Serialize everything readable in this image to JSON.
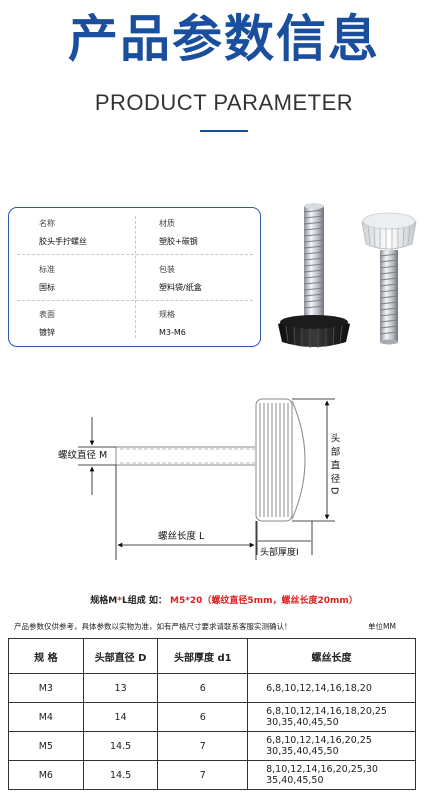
{
  "header": {
    "title_cn": "产品参数信息",
    "title_en": "PRODUCT PARAMETER"
  },
  "specs": [
    {
      "key": "名称",
      "value": "胶头手拧螺丝"
    },
    {
      "key": "材质",
      "value": "塑胶+碳钢"
    },
    {
      "key": "标准",
      "value": "国标"
    },
    {
      "key": "包装",
      "value": "塑料袋/纸盒"
    },
    {
      "key": "表面",
      "value": "镀锌"
    },
    {
      "key": "规格",
      "value": "M3-M6"
    }
  ],
  "diagram": {
    "thread_dia_label": "螺纹直径 M",
    "thread_len_label": "螺丝长度 L",
    "head_dia_label": "头部直径D",
    "head_thick_label": "头部厚度I"
  },
  "formula": {
    "prefix": "规格",
    "m": "M",
    "star": "*",
    "l": "L",
    "mid": "组成 如：",
    "example": "M5*20（螺纹直径5mm，螺丝长度20mm）"
  },
  "note": {
    "text": "产品参数仅供参考，具体参数以实物为准，如有严格尺寸要求请联系客服实测确认！",
    "unit": "单位MM"
  },
  "table": {
    "headers": [
      "规  格",
      "头部直径 D",
      "头部厚度 d1",
      "螺丝长度"
    ],
    "rows": [
      {
        "spec": "M3",
        "d": "13",
        "d1": "6",
        "len1": "6,8,10,12,14,16,18,20",
        "len2": ""
      },
      {
        "spec": "M4",
        "d": "14",
        "d1": "6",
        "len1": "6,8,10,12,14,16,18,20,25",
        "len2": "30,35,40,45,50"
      },
      {
        "spec": "M5",
        "d": "14.5",
        "d1": "7",
        "len1": "6,8,10,12,14,16,20,25",
        "len2": "30,35,40,45,50"
      },
      {
        "spec": "M6",
        "d": "14.5",
        "d1": "7",
        "len1": "8,10,12,14,16,20,25,30",
        "len2": "35,40,45,50"
      }
    ]
  },
  "colors": {
    "brand_blue": "#1a4f9e",
    "accent_red": "#e02020"
  }
}
